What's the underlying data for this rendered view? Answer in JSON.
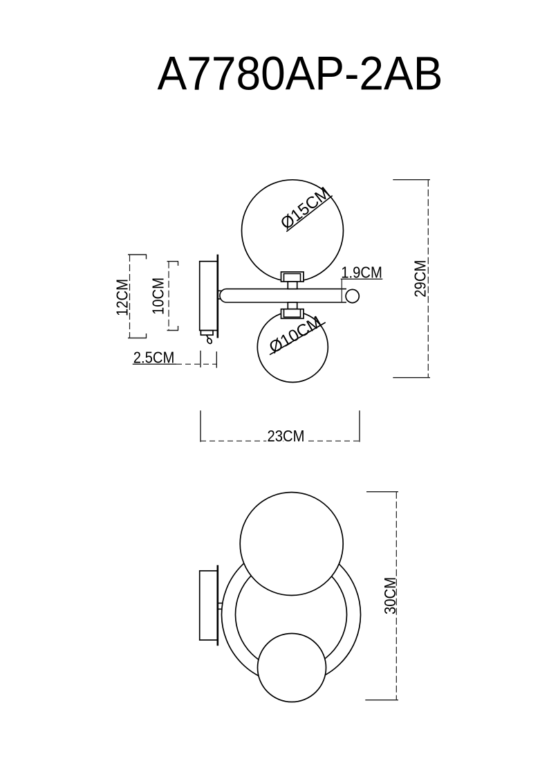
{
  "title": "A7780AP-2AB",
  "colors": {
    "line": "#000000",
    "background": "#ffffff"
  },
  "side_view": {
    "wall_height_label": "12CM",
    "plate_height_label": "10CM",
    "plate_depth_label": "2.5CM",
    "large_sphere_label": "Ø15CM",
    "small_sphere_label": "Ø10CM",
    "tube_diameter_label": "1.9CM",
    "overall_height_label": "29CM",
    "overall_width_label": "23CM"
  },
  "front_view": {
    "overall_height_label": "30CM"
  }
}
